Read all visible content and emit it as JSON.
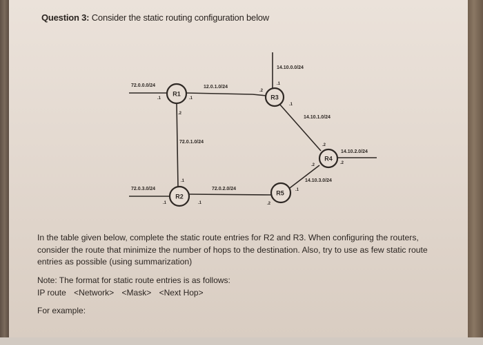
{
  "document": {
    "title_bold": "Question 3:",
    "title_rest": " Consider the static routing configuration below",
    "instructions": "In the table given below, complete the static route entries for R2 and R3. When configuring the routers, consider the route that minimize the number of hops to the destination. Also, try to use as few static route entries as possible (using summarization)",
    "note_line": "Note: The format for static route entries is as follows:",
    "format": {
      "prefix": "IP route",
      "network": "<Network>",
      "mask": "<Mask>",
      "next_hop": "<Next Hop>"
    },
    "example_label": "For example:"
  },
  "diagram": {
    "routers": [
      {
        "id": "R1",
        "label": "R1"
      },
      {
        "id": "R2",
        "label": "R2"
      },
      {
        "id": "R3",
        "label": "R3"
      },
      {
        "id": "R4",
        "label": "R4"
      },
      {
        "id": "R5",
        "label": "R5"
      }
    ],
    "networks": {
      "r1_lan": "72.0.0.0/24",
      "r1_r3": "12.0.1.0/24",
      "r1_r2": "72.0.1.0/24",
      "r2_lan": "72.0.3.0/24",
      "r2_r5": "72.0.2.0/24",
      "r3_lan": "14.10.0.0/24",
      "r3_r4": "14.10.1.0/24",
      "r4_lan": "14.10.2.0/24",
      "r4_r5": "14.10.3.0/24"
    },
    "interfaces": {
      "r1_lan": ".1",
      "r1_r3": ".1",
      "r1_r2": ".2",
      "r3_r1": ".2",
      "r3_lan": ".1",
      "r3_r4": ".1",
      "r4_r3": ".2",
      "r4_lan": ".2",
      "r4_r5": ".2",
      "r2_r1": ".1",
      "r2_lan": ".1",
      "r2_r5": ".1",
      "r5_r2": ".2",
      "r5_r4": ".1"
    }
  }
}
